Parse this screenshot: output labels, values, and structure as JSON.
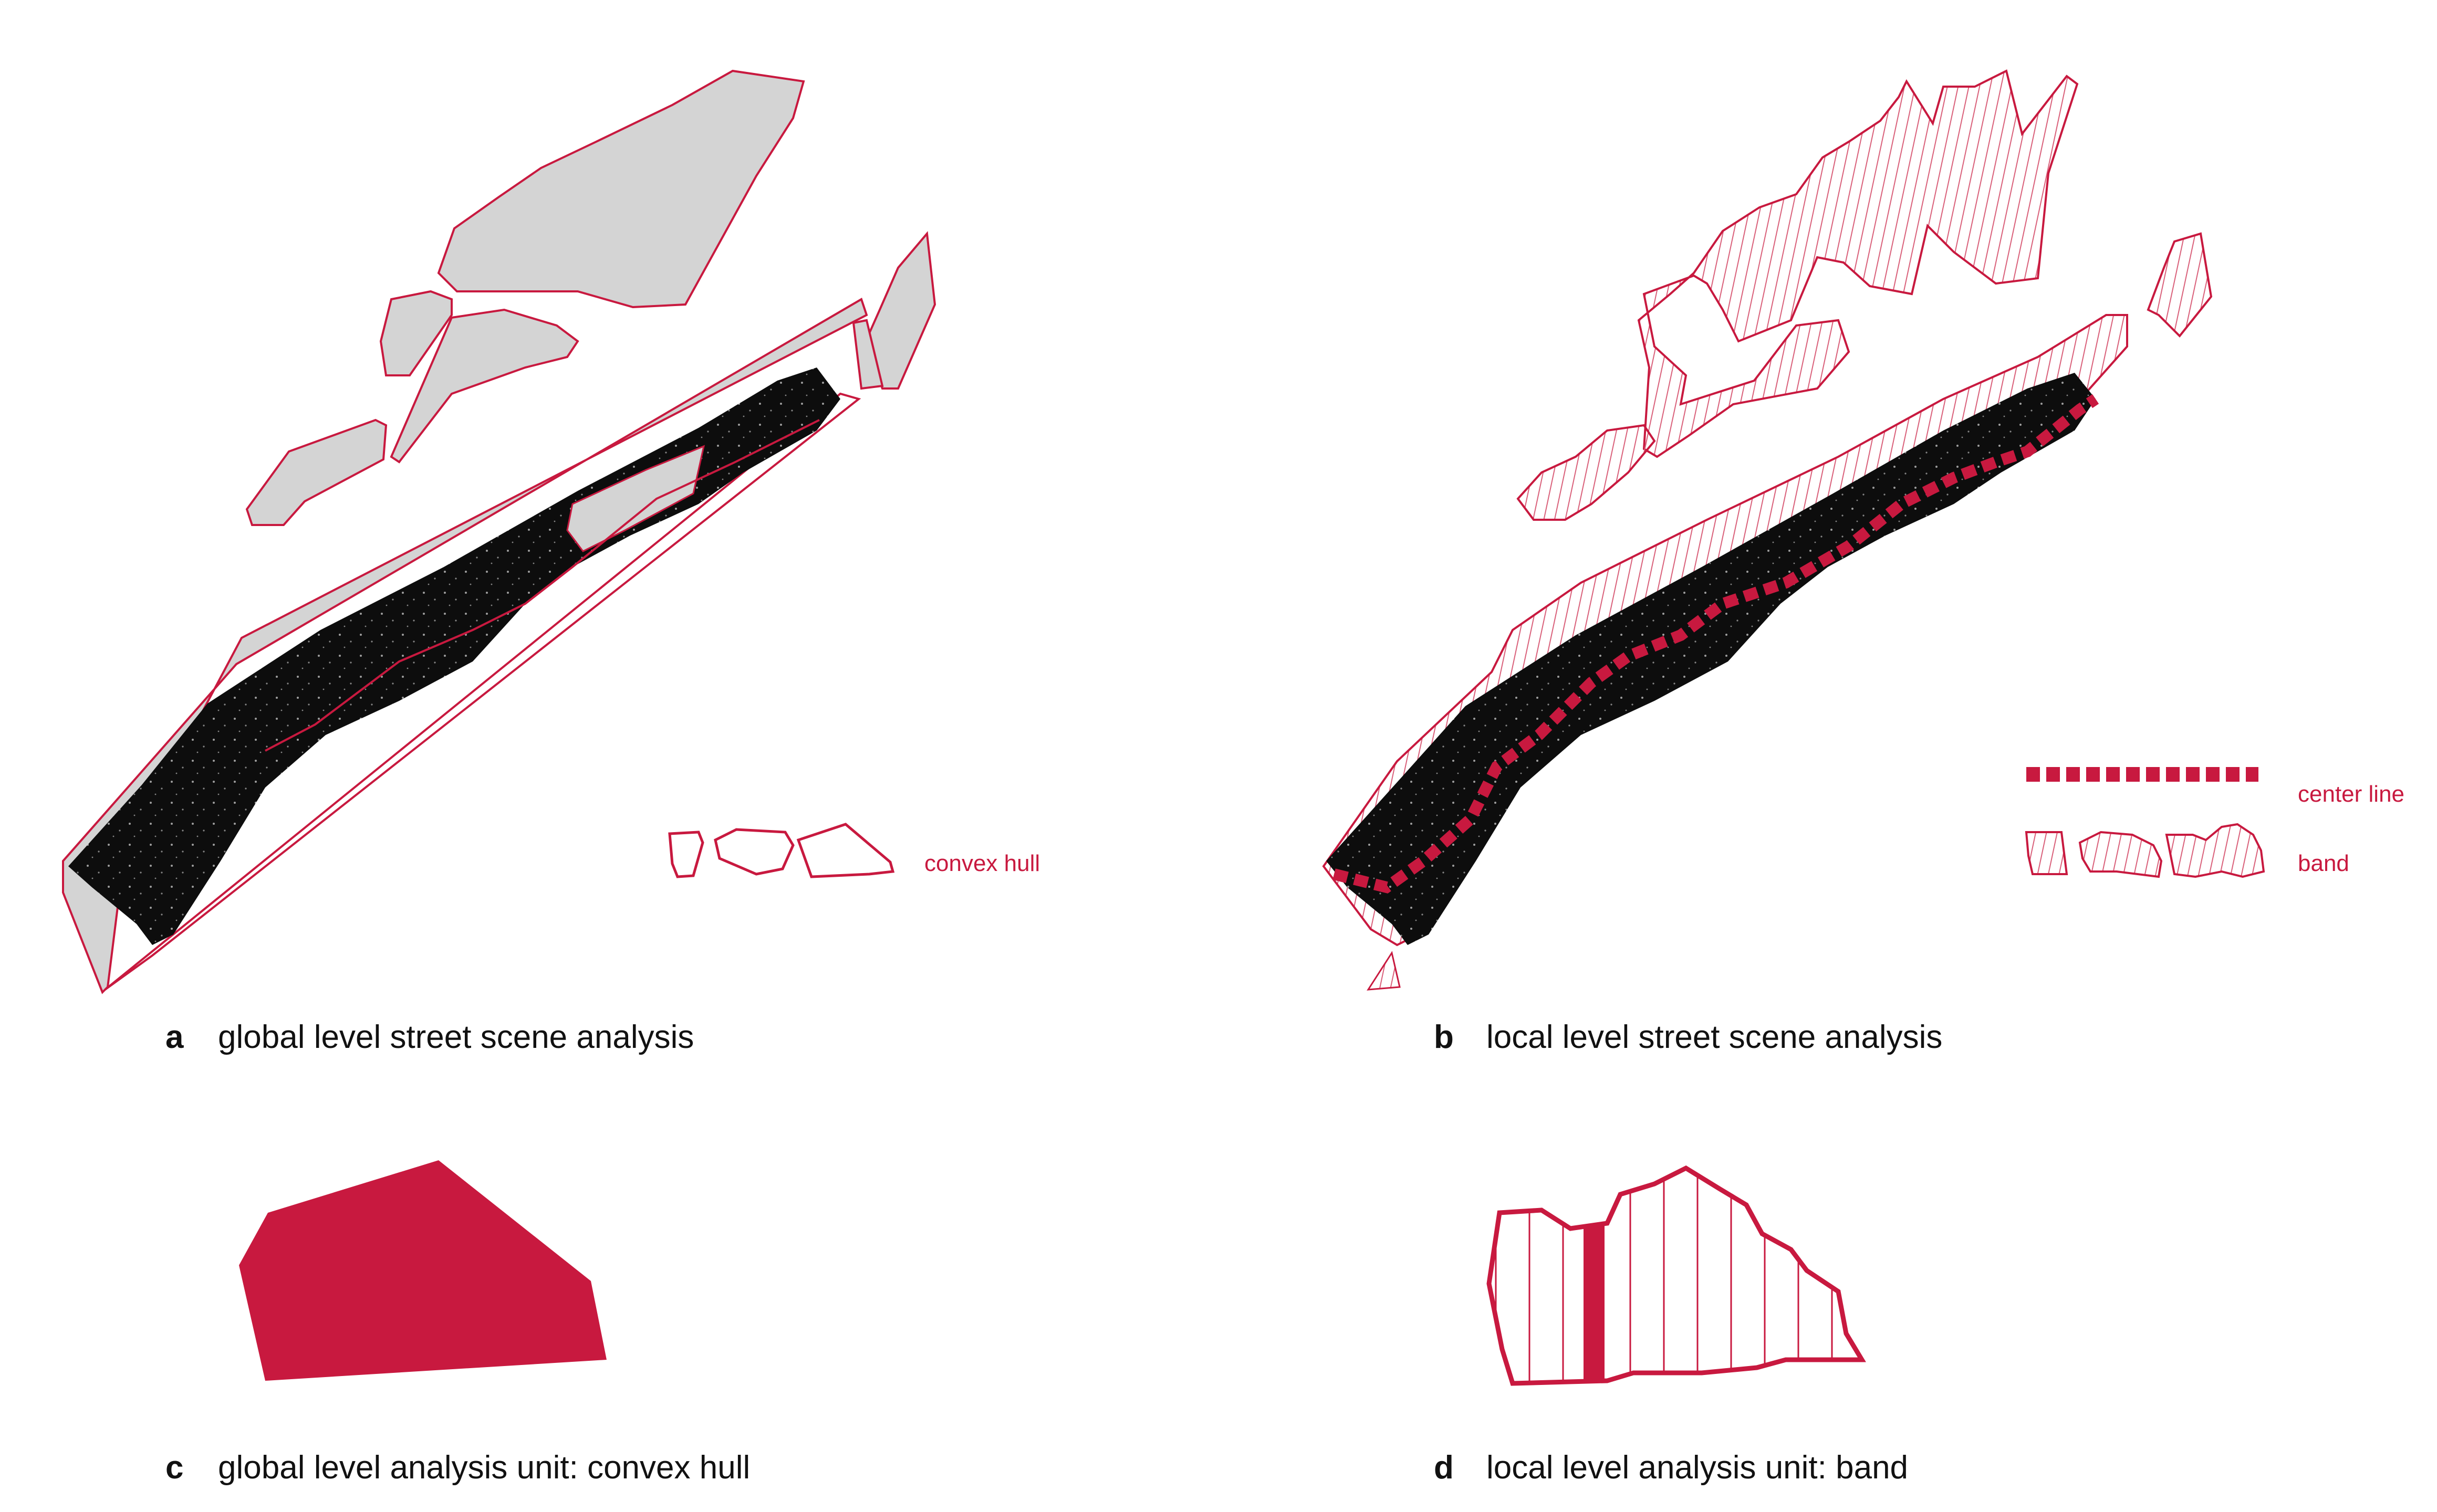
{
  "colors": {
    "accent": "#c8193f",
    "hatch": "#d9607a",
    "street": "#0d0d0d",
    "hull_fill": "#d4d4d4"
  },
  "panels": {
    "a": {
      "letter": "a",
      "caption": "global level street scene analysis",
      "legend_label": "convex hull"
    },
    "b": {
      "letter": "b",
      "caption": "local level street scene analysis",
      "legend_center": "center line",
      "legend_band": "band"
    },
    "c": {
      "letter": "c",
      "caption": "global level analysis unit: convex hull"
    },
    "d": {
      "letter": "d",
      "caption": "local level analysis unit: band"
    }
  }
}
